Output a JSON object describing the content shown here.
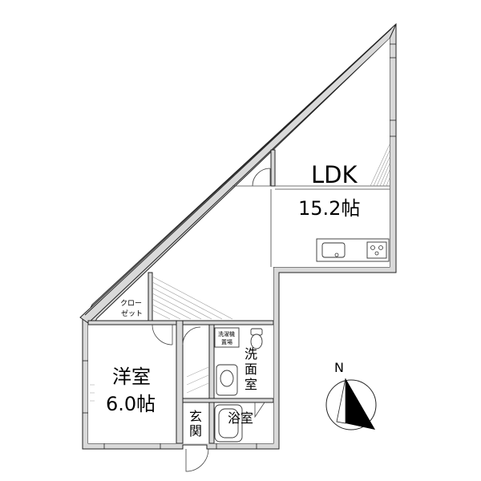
{
  "rooms": {
    "ldk": {
      "name": "LDK",
      "size": "15.2帖"
    },
    "western": {
      "name": "洋室",
      "size": "6.0帖"
    },
    "closet": {
      "line1": "クロー",
      "line2": "ゼット"
    },
    "laundry_space": {
      "line1": "洗濯機",
      "line2": "置場"
    },
    "washroom": {
      "chars": [
        "洗",
        "面",
        "室"
      ]
    },
    "entrance": {
      "chars": [
        "玄",
        "関"
      ]
    },
    "bathroom": {
      "name": "浴室"
    }
  },
  "compass": {
    "label": "N"
  }
}
